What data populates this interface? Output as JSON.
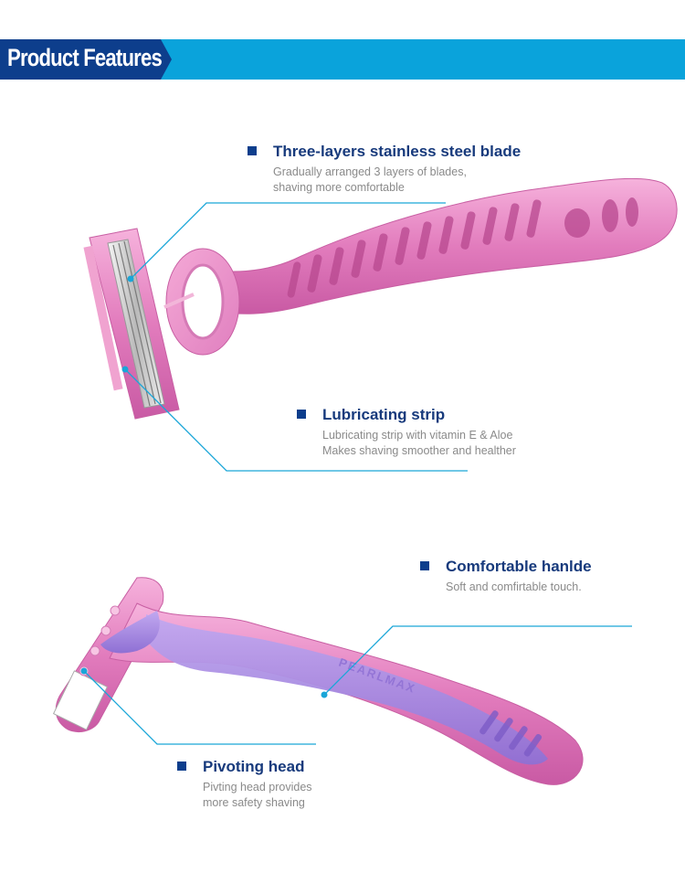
{
  "banner": {
    "title": "Product Features"
  },
  "features": [
    {
      "title": "Three-layers stainless steel blade",
      "desc_line1": "Gradually arranged 3 layers of blades,",
      "desc_line2": "shaving more comfortable"
    },
    {
      "title": "Lubricating strip",
      "desc_line1": "Lubricating strip with vitamin E & Aloe",
      "desc_line2": "Makes shaving smoother and healther"
    },
    {
      "title": "Comfortable hanlde",
      "desc_line1": "Soft and comfirtable touch.",
      "desc_line2": ""
    },
    {
      "title": "Pivoting head",
      "desc_line1": "Pivting head provides",
      "desc_line2": "more safety shaving"
    }
  ],
  "product": {
    "brand_mark": "PEARLMAX"
  },
  "colors": {
    "banner_blue": "#0aa3db",
    "banner_navy": "#0d3e8c",
    "title_text": "#173a7c",
    "desc_text": "#8a8a8a",
    "callout_line": "#1aa6d8",
    "razor_pink": "#e98ec4",
    "razor_lilac": "#a98ee0"
  }
}
